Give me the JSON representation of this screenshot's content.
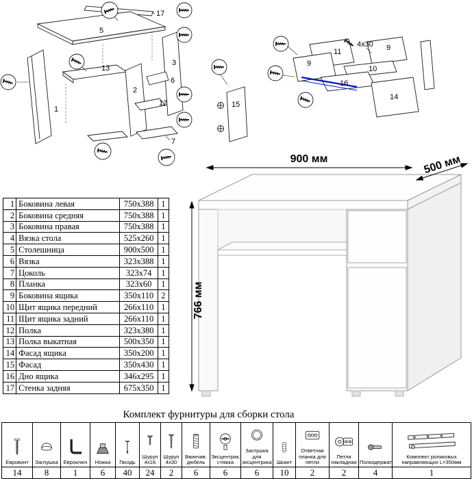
{
  "desk_view": {
    "width_label": "900 мм",
    "depth_label": "500 мм",
    "height_label": "766 мм"
  },
  "exploded_main": {
    "labels": {
      "l1": "1",
      "l2": "2",
      "l3": "3",
      "l5": "5",
      "l6": "6",
      "l7": "7",
      "l12": "12",
      "l13": "13",
      "l15": "15",
      "l17": "17"
    }
  },
  "exploded_drawer": {
    "labels": {
      "l9a": "9",
      "l9b": "9",
      "l10": "10",
      "l11": "11",
      "l14": "14",
      "l16": "16"
    },
    "screw_note": "4x30"
  },
  "parts_table": {
    "rows": [
      {
        "num": "1",
        "name": "Боковина левая",
        "size": "750x388",
        "qty": "1"
      },
      {
        "num": "2",
        "name": "Боковина средняя",
        "size": "750x388",
        "qty": "1"
      },
      {
        "num": "3",
        "name": "Боковина правая",
        "size": "750x388",
        "qty": "1"
      },
      {
        "num": "4",
        "name": "Вязка стола",
        "size": "525x260",
        "qty": "1"
      },
      {
        "num": "5",
        "name": "Столешница",
        "size": "900x500",
        "qty": "1"
      },
      {
        "num": "6",
        "name": "Вязка",
        "size": "323x388",
        "qty": "1"
      },
      {
        "num": "7",
        "name": "Цоколь",
        "size": "323x74",
        "qty": "1"
      },
      {
        "num": "8",
        "name": "Планка",
        "size": "323x60",
        "qty": "1"
      },
      {
        "num": "9",
        "name": "Боковина ящика",
        "size": "350x110",
        "qty": "2"
      },
      {
        "num": "10",
        "name": "Щит ящика передний",
        "size": "266x110",
        "qty": "1"
      },
      {
        "num": "11",
        "name": "Щит ящика задний",
        "size": "266x110",
        "qty": "1"
      },
      {
        "num": "12",
        "name": "Полка",
        "size": "323x380",
        "qty": "1"
      },
      {
        "num": "13",
        "name": "Полка выкатная",
        "size": "500x350",
        "qty": "1"
      },
      {
        "num": "14",
        "name": "Фасад ящика",
        "size": "350x200",
        "qty": "1"
      },
      {
        "num": "15",
        "name": "Фасад",
        "size": "350x430",
        "qty": "1"
      },
      {
        "num": "16",
        "name": "Дно ящика",
        "size": "346x295",
        "qty": "1"
      },
      {
        "num": "17",
        "name": "Стенка задняя",
        "size": "675x350",
        "qty": "1"
      }
    ]
  },
  "hardware": {
    "title": "Комплект фурнитуры для сборки стола",
    "items": [
      {
        "label": "Евровинт",
        "qty": "14"
      },
      {
        "label": "Заглушка",
        "qty": "8"
      },
      {
        "label": "Евроключ",
        "qty": "1"
      },
      {
        "label": "Ножка",
        "qty": "6"
      },
      {
        "label": "Гвоздь",
        "qty": "40"
      },
      {
        "label": "Шуруп 4x16",
        "qty": "24"
      },
      {
        "label": "Шуруп 4x30",
        "qty": "2"
      },
      {
        "label": "Ввинчив. дюбель",
        "qty": "6"
      },
      {
        "label": "Эксцентрик. стяжка",
        "qty": "6"
      },
      {
        "label": "Заглушка для эксцентрика",
        "qty": "6"
      },
      {
        "label": "Шкант",
        "qty": "10"
      },
      {
        "label": "Ответная планка для петли",
        "qty": "2"
      },
      {
        "label": "Петля накладная",
        "qty": "2"
      },
      {
        "label": "Полкодержатель",
        "qty": "4"
      },
      {
        "label": "Комплект роликовых направляющих L=350мм",
        "qty": "1"
      }
    ]
  }
}
